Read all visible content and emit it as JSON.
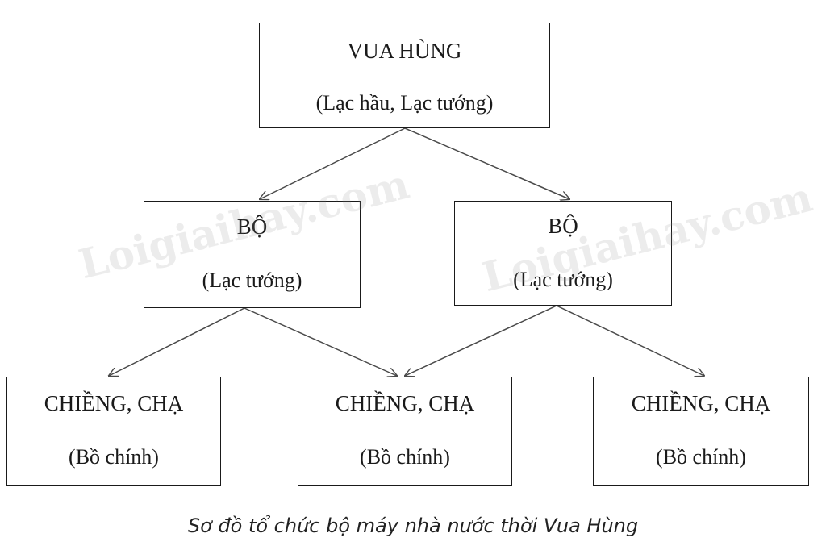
{
  "nodes": {
    "vua_hung": {
      "title": "VUA HÙNG",
      "subtitle": "(Lạc hầu, Lạc tướng)"
    },
    "bo_left": {
      "title": "BỘ",
      "subtitle": "(Lạc tướng)"
    },
    "bo_right": {
      "title": "BỘ",
      "subtitle": "(Lạc tướng)"
    },
    "chieng_1": {
      "title": "CHIỀNG, CHẠ",
      "subtitle": "(Bồ chính)"
    },
    "chieng_2": {
      "title": "CHIỀNG, CHẠ",
      "subtitle": "(Bồ chính)"
    },
    "chieng_3": {
      "title": "CHIỀNG, CHẠ",
      "subtitle": "(Bồ chính)"
    }
  },
  "edges": [
    {
      "from": "vua_hung",
      "to": "bo_left"
    },
    {
      "from": "vua_hung",
      "to": "bo_right"
    },
    {
      "from": "bo_left",
      "to": "chieng_1"
    },
    {
      "from": "bo_left",
      "to": "chieng_2"
    },
    {
      "from": "bo_right",
      "to": "chieng_2"
    },
    {
      "from": "bo_right",
      "to": "chieng_3"
    }
  ],
  "watermark": "Loigiaihay.com",
  "caption": "Sơ đồ tổ chức bộ máy nhà nước thời Vua Hùng",
  "colors": {
    "line": "#1a1a1a",
    "arrow": "#4a4a4a",
    "watermark": "#8c8c8c"
  }
}
